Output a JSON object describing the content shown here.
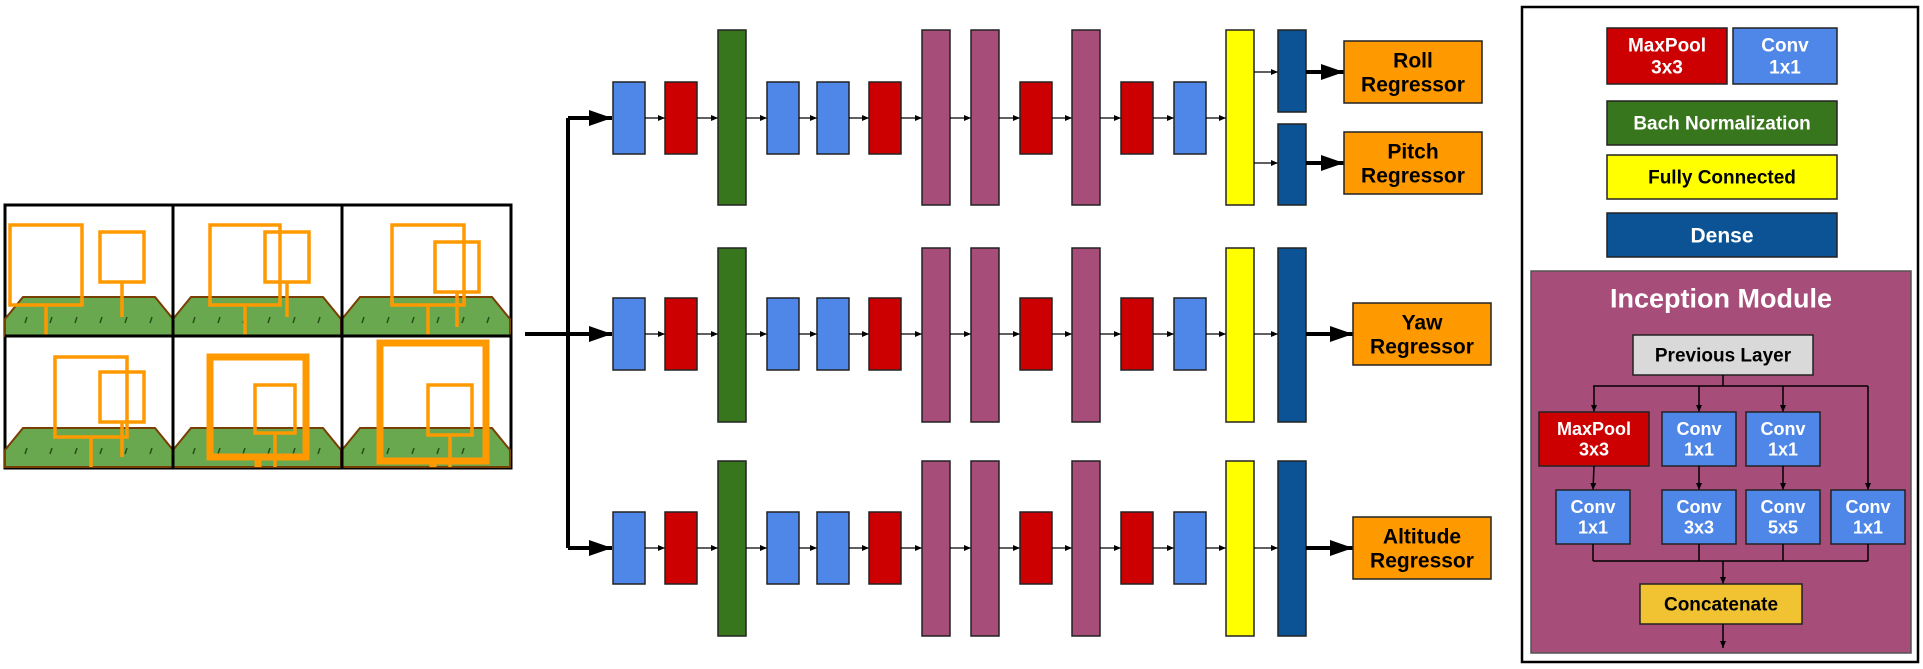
{
  "colors": {
    "conv": "#4e87e8",
    "maxpool": "#cc0000",
    "batchnorm": "#38761d",
    "inception": "#a64d79",
    "fc": "#ffff00",
    "dense": "#0b5394",
    "regressor": "#ff9900",
    "concat": "#f1c232",
    "prev_layer": "#d9d9d9",
    "grass": "#6aa84f",
    "frame": "#ff9900"
  },
  "branches": [
    {
      "outputs": [
        "Roll\nRegressor",
        "Pitch\nRegressor"
      ]
    },
    {
      "outputs": [
        "Yaw\nRegressor"
      ]
    },
    {
      "outputs": [
        "Altitude\nRegressor"
      ]
    }
  ],
  "legend": {
    "maxpool": "MaxPool\n3x3",
    "conv": "Conv\n1x1",
    "batchnorm": "Bach Normalization",
    "fc": "Fully Connected",
    "dense": "Dense"
  },
  "inception": {
    "title": "Inception Module",
    "previous_layer": "Previous Layer",
    "row1": [
      "MaxPool\n3x3",
      "Conv\n1x1",
      "Conv\n1x1"
    ],
    "row2": [
      "Conv\n1x1",
      "Conv\n3x3",
      "Conv\n5x5",
      "Conv\n1x1"
    ],
    "concatenate": "Concatenate"
  }
}
